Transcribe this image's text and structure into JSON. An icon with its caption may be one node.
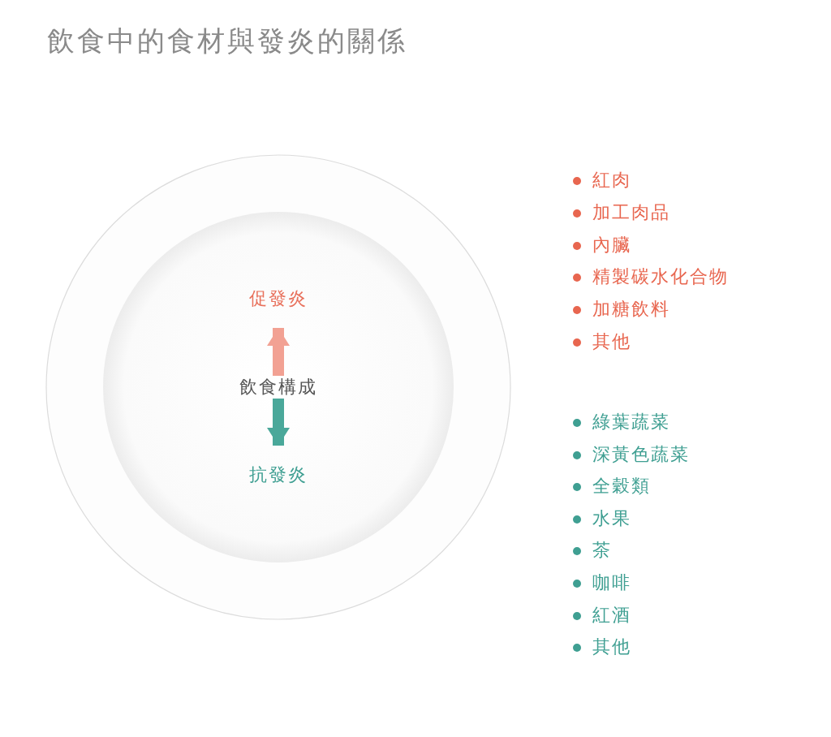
{
  "diagram": {
    "title": "飲食中的食材與發炎的關係",
    "nodes": [
      {
        "text": [
          "飲食構成"
        ]
      },
      {
        "text": [
          "促發炎"
        ]
      },
      {
        "text": [
          "抗發炎"
        ]
      }
    ],
    "edges": [
      {
        "from": 0,
        "to": 1,
        "arrow": "to",
        "color": "#f2a193"
      },
      {
        "from": 0,
        "to": 2,
        "arrow": "to",
        "color": "#4aa89a"
      }
    ],
    "labels": [
      "紅肉",
      "加工肉品",
      "內臟",
      "精製碳水化合物",
      "加糖飲料",
      "其他",
      "綠葉蔬菜",
      "深黃色蔬菜",
      "全穀類",
      "水果",
      "茶",
      "咖啡",
      "紅酒",
      "其他"
    ]
  }
}
